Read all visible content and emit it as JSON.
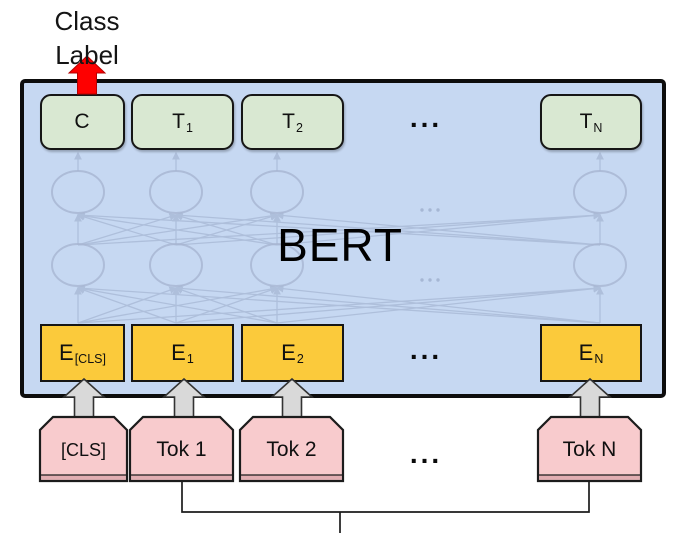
{
  "class_label": {
    "lines": [
      "Class",
      "Label"
    ]
  },
  "model": {
    "name": "BERT"
  },
  "ellipsis": "...",
  "outputs": [
    {
      "main": "C",
      "sub": ""
    },
    {
      "main": "T",
      "sub": "1"
    },
    {
      "main": "T",
      "sub": "2"
    },
    {
      "main": "T",
      "sub": "N"
    }
  ],
  "embeddings": [
    {
      "main": "E",
      "sub": "[CLS]"
    },
    {
      "main": "E",
      "sub": "1"
    },
    {
      "main": "E",
      "sub": "2"
    },
    {
      "main": "E",
      "sub": "N"
    }
  ],
  "tokens": [
    "[CLS]",
    "Tok 1",
    "Tok 2",
    "Tok N"
  ],
  "colors": {
    "bert_box_fill": "#c6d8f2",
    "output_box_fill": "#d9e8d2",
    "embedding_box_fill": "#fbca3b",
    "token_box_fill": "#f8cbcd",
    "token_box_edge_strip": "#e2aeb2",
    "block_arrow_gray": "#d9d9d9",
    "class_arrow_red": "#fe0000",
    "network_line": "#9fafcd",
    "outline_black": "#161616"
  }
}
